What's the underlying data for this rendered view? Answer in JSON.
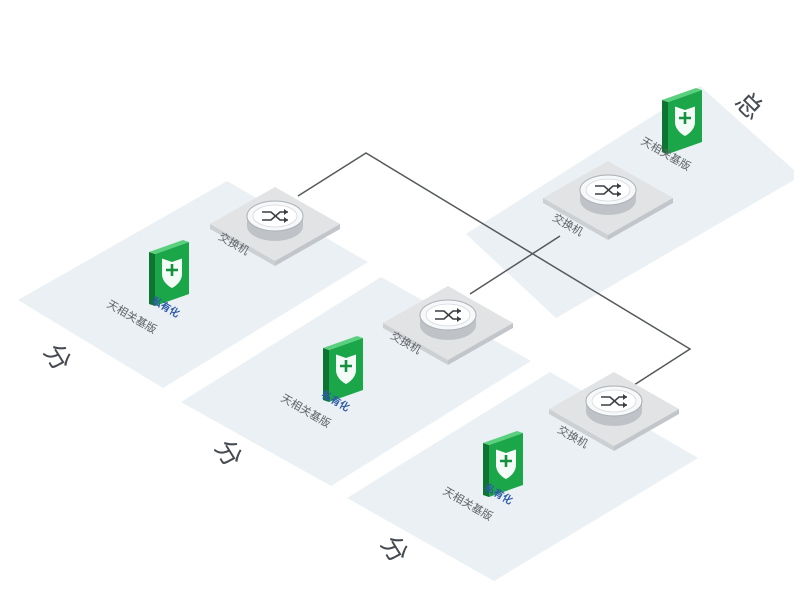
{
  "colors": {
    "platform": "#eaf0f4",
    "link": "#55595d",
    "tile_top": "#e1e3e5",
    "tile_side": "#cdd0d3",
    "device_green": "#1ca64a",
    "device_green_light": "#5ad07e",
    "device_green_dark": "#0e7431",
    "label_gray": "#5f6368",
    "label_blue": "#2e5aa8",
    "region_text": "#444a50"
  },
  "nodes": {
    "hq": {
      "region_label": "总",
      "switch_label": "交换机",
      "device_tag": "",
      "device_label": "天相关基版",
      "switch_icon": "switch-router-icon",
      "device_icon": "green-shield-appliance-icon"
    },
    "branch_1": {
      "region_label": "分",
      "switch_label": "交换机",
      "device_tag": "私有化",
      "device_label": "天相关基版",
      "switch_icon": "switch-router-icon",
      "device_icon": "green-shield-appliance-icon"
    },
    "branch_2": {
      "region_label": "分",
      "switch_label": "交换机",
      "device_tag": "私有化",
      "device_label": "天相关基版",
      "switch_icon": "switch-router-icon",
      "device_icon": "green-shield-appliance-icon"
    },
    "branch_3": {
      "region_label": "分",
      "switch_label": "交换机",
      "device_tag": "私有化",
      "device_label": "天相关基版",
      "switch_icon": "switch-router-icon",
      "device_icon": "green-shield-appliance-icon"
    }
  }
}
